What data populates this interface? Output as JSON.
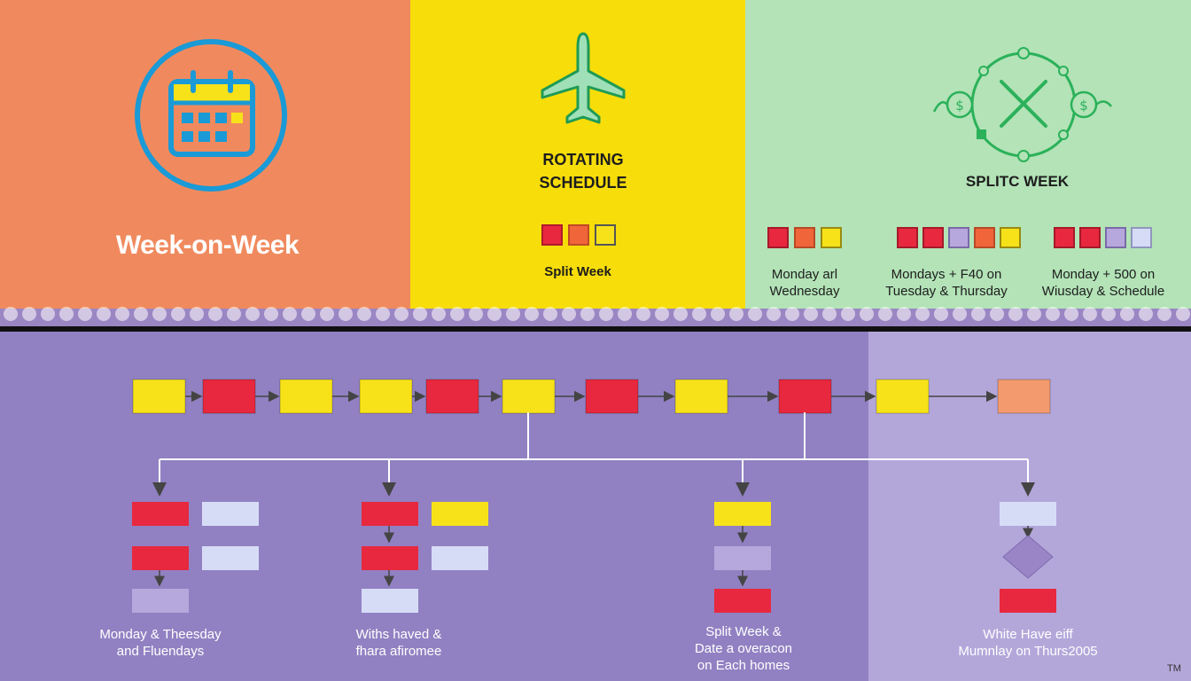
{
  "colors": {
    "orange_panel": "#f08a5e",
    "yellow_panel": "#f7dd0a",
    "green_panel": "#b3e3b7",
    "purple_bg": "#9181c2",
    "lavender_bg": "#b3a7da",
    "red_block": "#e8283e",
    "yellow_block": "#f7e21a",
    "orange_block": "#f39a6f",
    "pale_block": "#d6dcf6",
    "violet_block": "#b6a8dc",
    "icon_blue": "#1a9ad6",
    "icon_green": "#2bb15a"
  },
  "icons": {
    "calendar": "calendar-icon",
    "plane": "airplane-icon",
    "cycle": "cycle-icon"
  },
  "top": {
    "week_on_week": {
      "title": "Week-on-Week"
    },
    "rotating": {
      "title_line1": "ROTATING",
      "title_line2": "SCHEDULE",
      "caption": "Split Week",
      "squares": [
        "red",
        "orange",
        "yellow"
      ]
    },
    "split_week": {
      "title": "SPLITC WEEK",
      "groups": [
        {
          "line1": "Monday arl",
          "line2": "Wednesday",
          "squares": [
            "red",
            "orange",
            "yellow"
          ]
        },
        {
          "line1": "Mondays + F40 on",
          "line2": "Tuesday & Thursday",
          "squares": [
            "red",
            "red",
            "violet",
            "orange",
            "yellow"
          ]
        },
        {
          "line1": "Monday + 500 on",
          "line2": "Wiusday & Schedule",
          "squares": [
            "red",
            "red",
            "violet",
            "pale"
          ]
        }
      ]
    }
  },
  "timeline": {
    "blocks": [
      "yellow",
      "red",
      "yellow",
      "yellow",
      "red",
      "yellow",
      "red",
      "yellow",
      "red",
      "yellow",
      "orange"
    ]
  },
  "branches": [
    {
      "line1": "Monday & Theesday",
      "line2": "and Fluendays"
    },
    {
      "line1": "Withs haved &",
      "line2": "fhara afiromee"
    },
    {
      "line1": "Split Week &",
      "line2": "Date a overacon",
      "line3": "on Each homes"
    },
    {
      "line1": "White Have eiff",
      "line2": "Mumnlay on Thurs2005"
    }
  ],
  "trademark": "TM"
}
